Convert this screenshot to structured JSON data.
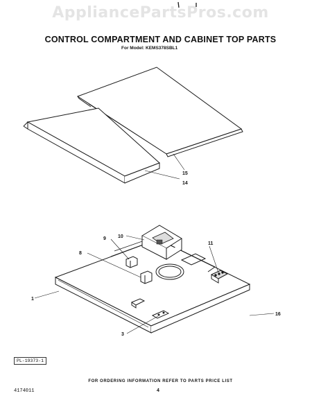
{
  "watermark": "AppliancePartsPros.com",
  "title": "CONTROL COMPARTMENT AND CABINET TOP PARTS",
  "subtitle": "For Model: KEMS378SBL1",
  "callouts": [
    "15",
    "14",
    "9",
    "10",
    "8",
    "11",
    "1",
    "16",
    "3"
  ],
  "plate_label": "PL-19373-1",
  "footer": {
    "doc_number": "4174011",
    "ordering_note": "FOR ORDERING INFORMATION REFER TO PARTS PRICE LIST",
    "page_number": "4"
  }
}
